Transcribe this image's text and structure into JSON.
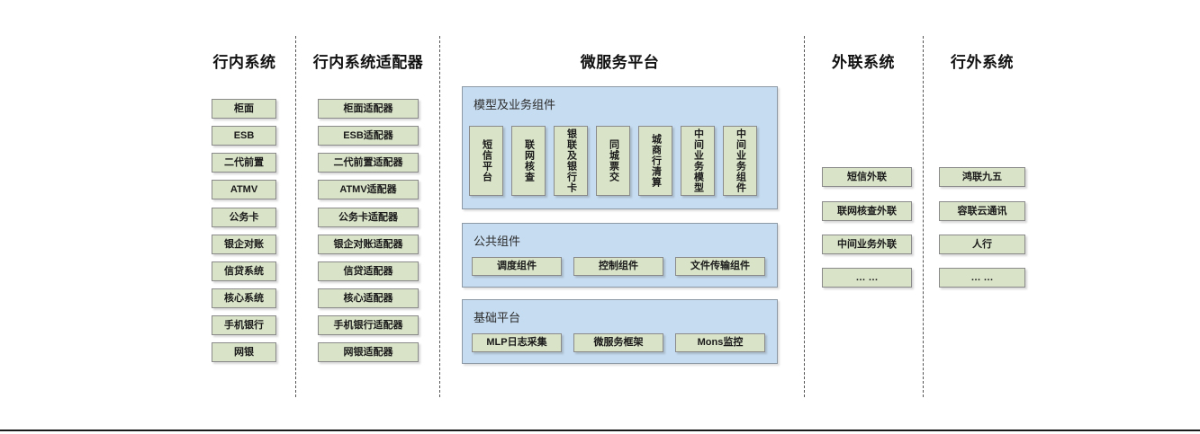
{
  "columns": [
    {
      "id": "internal-systems",
      "title": "行内系统",
      "items": [
        "柜面",
        "ESB",
        "二代前置",
        "ATMV",
        "公务卡",
        "银企对账",
        "信贷系统",
        "核心系统",
        "手机银行",
        "网银"
      ]
    },
    {
      "id": "internal-adapters",
      "title": "行内系统适配器",
      "items": [
        "柜面适配器",
        "ESB适配器",
        "二代前置适配器",
        "ATMV适配器",
        "公务卡适配器",
        "银企对账适配器",
        "信贷适配器",
        "核心适配器",
        "手机银行适配器",
        "网银适配器"
      ]
    },
    {
      "id": "microservice-platform",
      "title": "微服务平台"
    },
    {
      "id": "external-liaison-systems",
      "title": "外联系统",
      "items": [
        "短信外联",
        "联网核查外联",
        "中间业务外联",
        "… …"
      ]
    },
    {
      "id": "outside-bank-systems",
      "title": "行外系统",
      "items": [
        "鸿联九五",
        "容联云通讯",
        "人行",
        "… …"
      ]
    }
  ],
  "platform": {
    "panels": [
      {
        "id": "model-business-components",
        "title": "模型及业务组件",
        "orientation": "vertical",
        "items": [
          "短信平台",
          "联网核查",
          "银联及银行卡",
          "同城票交",
          "城商行清算",
          "中间业务模型",
          "中间业务组件"
        ]
      },
      {
        "id": "public-components",
        "title": "公共组件",
        "orientation": "horizontal",
        "items": [
          "调度组件",
          "控制组件",
          "文件传输组件"
        ]
      },
      {
        "id": "basic-platform",
        "title": "基础平台",
        "orientation": "horizontal",
        "items": [
          "MLP日志采集",
          "微服务框架",
          "Mons监控"
        ]
      }
    ]
  },
  "colors": {
    "node_fill": "#d9e3c8",
    "node_border": "#8a8a8a",
    "panel_fill": "#c6dcf0",
    "panel_border": "#8d9aa6",
    "divider": "#555555",
    "text": "#1a1a1a"
  }
}
